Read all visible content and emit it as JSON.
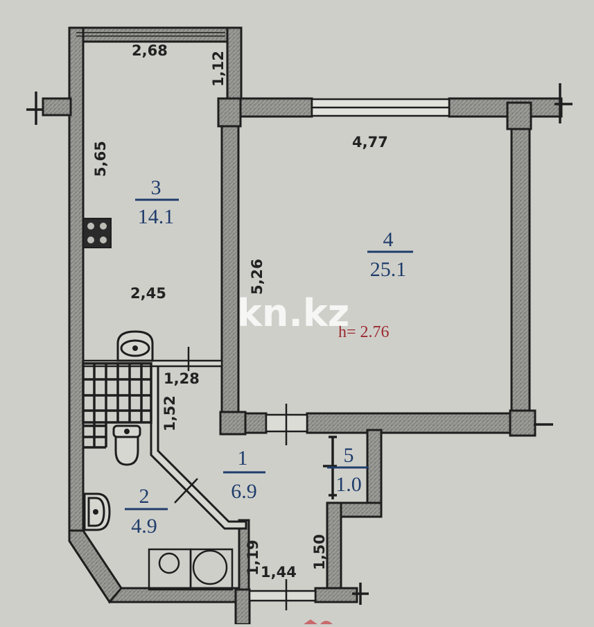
{
  "plan": {
    "title": "Apartment floor plan",
    "colors": {
      "paper": "#cfcfca",
      "wall_fill": "#8a8a86",
      "wall_outline": "#1e1e1e",
      "room_label": "#1f3d6b",
      "height_note": "#9b2a2e",
      "dimension_text": "#222222"
    },
    "rooms": [
      {
        "id": "1",
        "number": "1",
        "area": "6.9"
      },
      {
        "id": "2",
        "number": "2",
        "area": "4.9"
      },
      {
        "id": "3",
        "number": "3",
        "area": "14.1"
      },
      {
        "id": "4",
        "number": "4",
        "area": "25.1"
      },
      {
        "id": "5",
        "number": "5",
        "area": "1.0"
      }
    ],
    "dimensions": {
      "kitchen_top_width": "2,68",
      "kitchen_niche_depth": "1,12",
      "kitchen_length": "5,65",
      "kitchen_width": "2,45",
      "living_width": "4,77",
      "living_length": "5,26",
      "bath_width": "1,28",
      "bath_depth": "1,52",
      "hall_depth_left": "1,19",
      "hall_width": "1,44",
      "hall_depth_right": "1,50"
    },
    "ceiling_height": "h= 2.76",
    "watermark": "kn.kz"
  }
}
